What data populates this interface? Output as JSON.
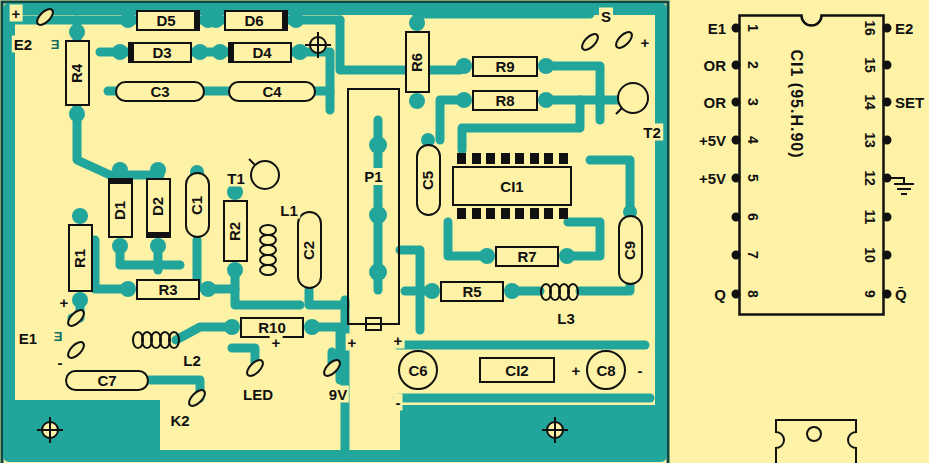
{
  "diagram": {
    "nodes": [
      {
        "text": [
          "D5"
        ]
      },
      {
        "text": [
          "D6"
        ]
      },
      {
        "text": [
          "R4"
        ]
      },
      {
        "text": [
          "D3"
        ]
      },
      {
        "text": [
          "D4"
        ]
      },
      {
        "text": [
          "R6"
        ]
      },
      {
        "text": [
          "R9"
        ]
      },
      {
        "text": [
          "R8"
        ]
      },
      {
        "text": [
          "C3"
        ]
      },
      {
        "text": [
          "C4"
        ]
      },
      {
        "text": [
          "P1"
        ]
      },
      {
        "text": [
          "CI1"
        ]
      },
      {
        "text": [
          "C5"
        ]
      },
      {
        "text": [
          "D1"
        ]
      },
      {
        "text": [
          "D2"
        ]
      },
      {
        "text": [
          "C1"
        ]
      },
      {
        "text": [
          "R2"
        ]
      },
      {
        "text": [
          "C2"
        ]
      },
      {
        "text": [
          "R1"
        ]
      },
      {
        "text": [
          "R7"
        ]
      },
      {
        "text": [
          "C9"
        ]
      },
      {
        "text": [
          "R3"
        ]
      },
      {
        "text": [
          "R5"
        ]
      },
      {
        "text": [
          "R10"
        ]
      },
      {
        "text": [
          "C7"
        ]
      },
      {
        "text": [
          "C6"
        ]
      },
      {
        "text": [
          "CI2"
        ]
      },
      {
        "text": [
          "C8"
        ]
      },
      {
        "text": [
          "CI1 (95.H.90)"
        ]
      }
    ],
    "labels": [
      "+",
      "E2",
      "Ǝ",
      "S",
      "+",
      "T2",
      "T1",
      "L1",
      "+",
      "E1",
      "Ǝ",
      "-",
      "L2",
      "K2",
      "+",
      "LED",
      "+",
      "9V",
      "+",
      "-",
      "+",
      "-",
      "L3",
      "E1",
      "1",
      "16",
      "E2",
      "OR",
      "2",
      "15",
      "OR",
      "3",
      "14",
      "SET",
      "+5V",
      "4",
      "13",
      "+5V",
      "5",
      "12",
      "6",
      "11",
      "7",
      "10",
      "Q",
      "8",
      "9",
      "Q̄"
    ]
  }
}
